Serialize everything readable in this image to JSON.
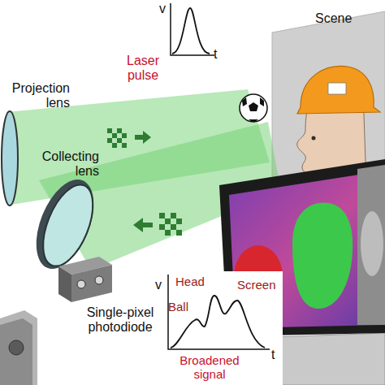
{
  "diagram": {
    "labels": [
      "v",
      "t",
      "Laser pulse",
      "Scene",
      "Projection lens",
      "Collecting lens",
      "Single-pixel photodiode",
      "Head",
      "Ball",
      "Screen",
      "v",
      "t",
      "Broadened signal"
    ]
  }
}
